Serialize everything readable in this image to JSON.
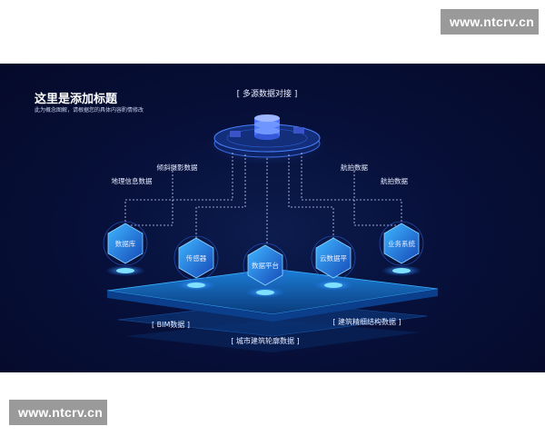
{
  "watermark": {
    "top": "www.ntcrv.cn",
    "bottom": "www.ntcrv.cn"
  },
  "header": {
    "title": "这里是添加标题",
    "subtitle": "此为概念图解，请根据您的具体内容酌情修改"
  },
  "hub": {
    "label": "[ 多源数据对接 ]"
  },
  "sources": {
    "gis": "地理信息数据",
    "oblique": "倾斜摄影数据",
    "aerial1": "航拍数据",
    "aerial2": "航拍数据"
  },
  "nodes": {
    "database": "数据库",
    "sensor": "传感器",
    "platform": "数据平台",
    "cloud": "云数据平",
    "business": "业务系统"
  },
  "layers": {
    "bim": "[ BIM数据 ]",
    "fine": "[ 建筑精细结构数据 ]",
    "outline": "[ 城市建筑轮廓数据 ]"
  },
  "colors": {
    "accent": "#2aa8ff",
    "hex": "#1e6dd6",
    "bg": "#050a2a"
  }
}
